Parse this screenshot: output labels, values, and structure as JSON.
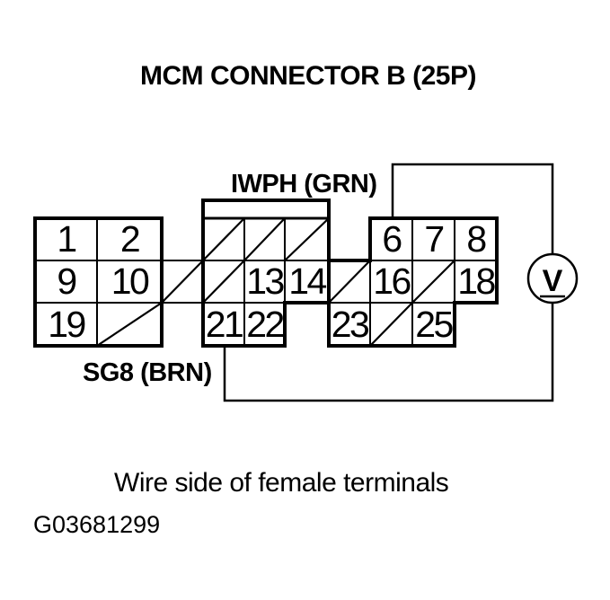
{
  "title": "MCM CONNECTOR B (25P)",
  "labels": {
    "iwph": "IWPH (GRN)",
    "sg8": "SG8 (BRN)"
  },
  "voltmeter": {
    "symbol": "V"
  },
  "connector": {
    "numbers": [
      "1",
      "2",
      "6",
      "7",
      "8",
      "9",
      "10",
      "13",
      "14",
      "16",
      "18",
      "19",
      "21",
      "22",
      "23",
      "25"
    ],
    "crossed_cavities": [
      "3",
      "4",
      "5",
      "11",
      "12",
      "15",
      "17",
      "20",
      "24"
    ]
  },
  "caption": "Wire side of female terminals",
  "figure_id": "G03681299",
  "colors": {
    "ink": "#000000",
    "paper": "#ffffff"
  }
}
